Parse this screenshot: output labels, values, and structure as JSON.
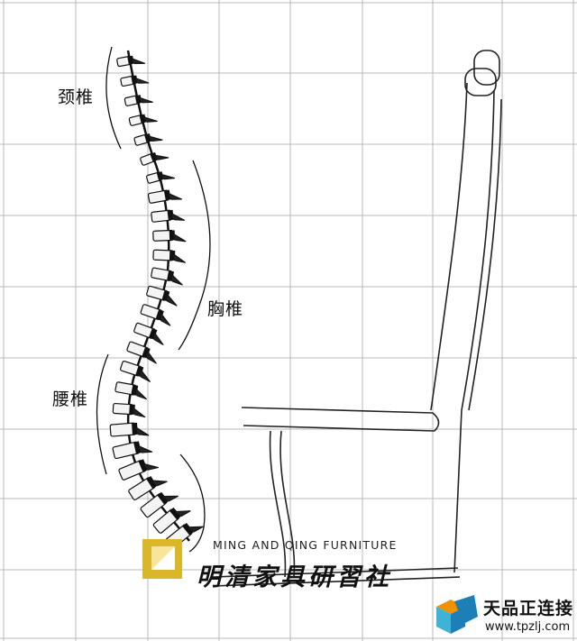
{
  "labels": {
    "cervical": "颈椎",
    "thoracic": "胸椎",
    "lumbar": "腰椎"
  },
  "logo": {
    "english": "MING AND QING FURNITURE",
    "chinese": "明清家具研習社",
    "icon": "gold-square-logo-icon",
    "color": "#e8c630"
  },
  "watermark": {
    "name": "天品正连接",
    "url": "www.tpzlj.com",
    "icon": "cube-logo-icon",
    "colors": [
      "#f29100",
      "#1d7fb8",
      "#3fb3d6"
    ]
  }
}
